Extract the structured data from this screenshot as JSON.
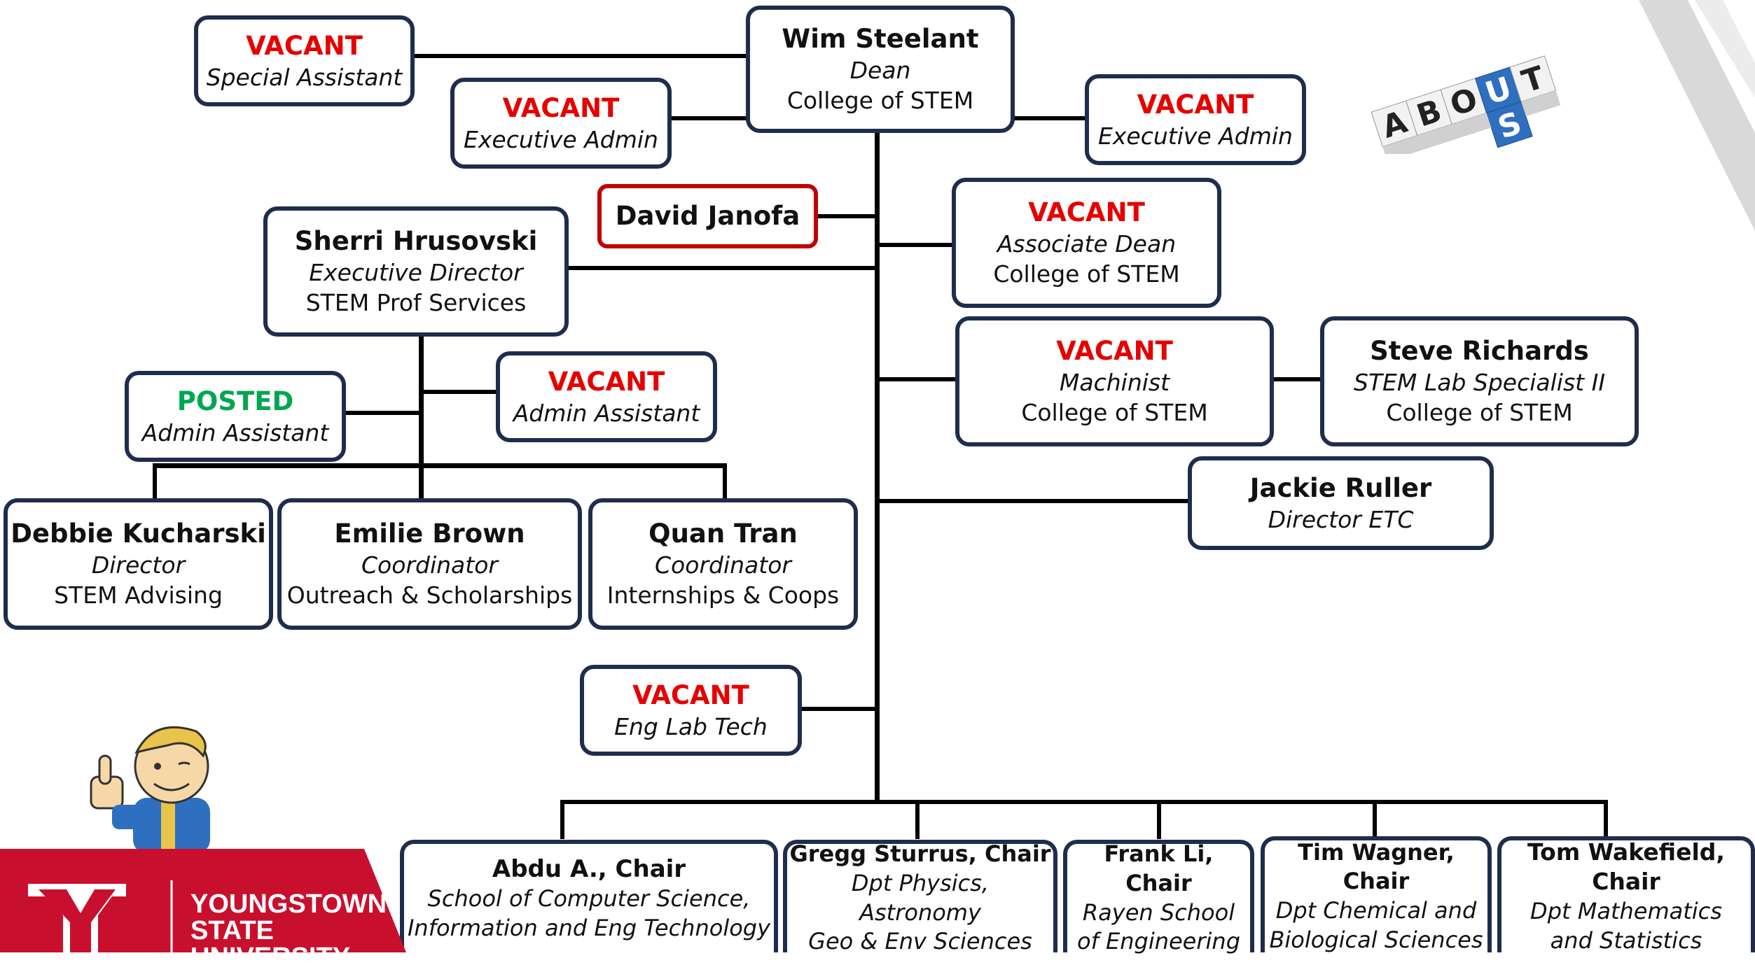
{
  "dean": {
    "name": "Wim Steelant",
    "role": "Dean",
    "dept": "College of STEM"
  },
  "special_assistant": {
    "status": "VACANT",
    "role": "Special Assistant"
  },
  "exec_admin_left": {
    "status": "VACANT",
    "role": "Executive Admin"
  },
  "exec_admin_right": {
    "status": "VACANT",
    "role": "Executive Admin"
  },
  "david": {
    "name": "David Janofa"
  },
  "sherri": {
    "name": "Sherri Hrusovski",
    "role": "Executive Director",
    "dept": "STEM Prof Services"
  },
  "associate_dean": {
    "status": "VACANT",
    "role": "Associate Dean",
    "dept": "College of STEM"
  },
  "machinist": {
    "status": "VACANT",
    "role": "Machinist",
    "dept": "College of STEM"
  },
  "steve": {
    "name": "Steve Richards",
    "role": "STEM Lab Specialist II",
    "dept": "College of STEM"
  },
  "posted_admin": {
    "status": "POSTED",
    "role": "Admin Assistant"
  },
  "vacant_admin": {
    "status": "VACANT",
    "role": "Admin Assistant"
  },
  "jackie": {
    "name": "Jackie Ruller",
    "role": "Director ETC"
  },
  "debbie": {
    "name": "Debbie Kucharski",
    "role": "Director",
    "dept": "STEM Advising"
  },
  "emilie": {
    "name": "Emilie Brown",
    "role": "Coordinator",
    "dept": "Outreach & Scholarships"
  },
  "quan": {
    "name": "Quan Tran",
    "role": "Coordinator",
    "dept": "Internships & Coops"
  },
  "eng_lab": {
    "status": "VACANT",
    "role": "Eng Lab Tech"
  },
  "chairs": [
    {
      "name": "Abdu A., Chair",
      "line1": "School of Computer Science,",
      "line2": "Information and Eng Technology"
    },
    {
      "name": "Gregg Sturrus, Chair",
      "line1": "Dpt Physics, Astronomy",
      "line2": "Geo & Env Sciences"
    },
    {
      "name": "Frank Li, Chair",
      "line1": "Rayen School",
      "line2": "of Engineering"
    },
    {
      "name": "Tim Wagner, Chair",
      "line1": "Dpt Chemical and",
      "line2": "Biological Sciences"
    },
    {
      "name": "Tom Wakefield, Chair",
      "line1": "Dpt Mathematics",
      "line2": "and Statistics"
    }
  ],
  "about_cubes": {
    "row1": [
      "A",
      "B",
      "O",
      "U",
      "T"
    ],
    "col": [
      "S"
    ]
  },
  "university": {
    "line1": "YOUNGSTOWN",
    "line2": "STATE",
    "line3": "UNIVERSITY"
  },
  "colors": {
    "box_border": "#1f2d4d",
    "vacant": "#e60000",
    "posted": "#00a650",
    "ysu_red": "#c8102e"
  }
}
